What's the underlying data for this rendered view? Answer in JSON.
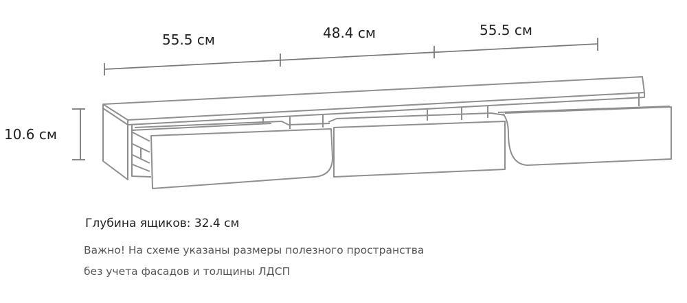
{
  "dimensions": {
    "width_left": "55.5 см",
    "width_middle": "48.4 см",
    "width_right": "55.5 см",
    "height": "10.6 см"
  },
  "caption": "Глубина ящиков: 32.4 см",
  "note": {
    "line1": "Важно! На схеме указаны размеры полезного пространства",
    "line2": "без учета фасадов и толщины ЛДСП"
  },
  "colors": {
    "line": "#8f8f8f",
    "text": "#222222",
    "note_text": "#555555"
  }
}
